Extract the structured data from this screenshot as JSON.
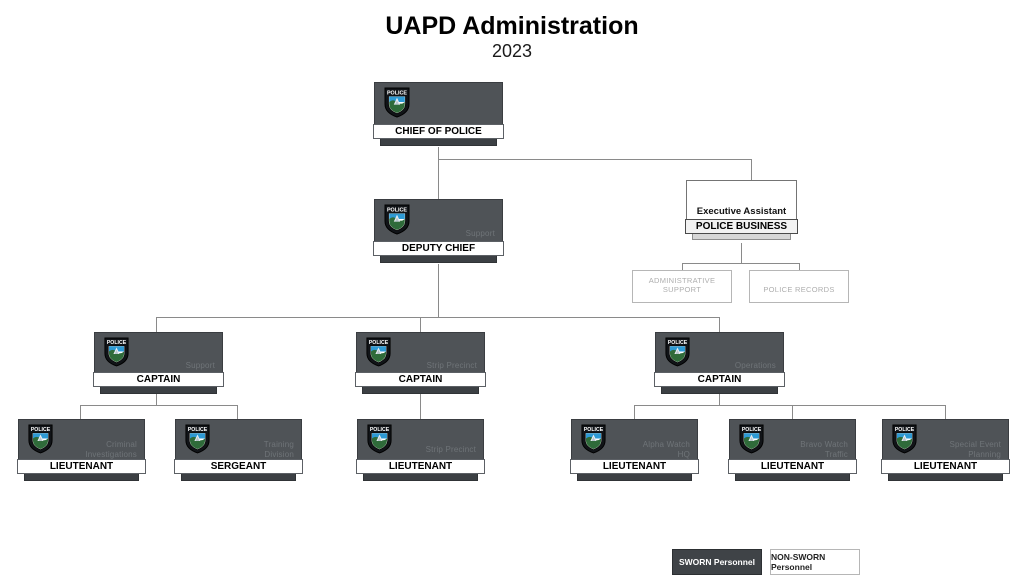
{
  "header": {
    "title": "UAPD Administration",
    "year": "2023"
  },
  "legend": {
    "sworn_label": "SWORN Personnel",
    "non_sworn_label": "NON-SWORN Personnel"
  },
  "nodes": {
    "chief": {
      "rank": "CHIEF OF POLICE",
      "unit": "",
      "type": "sworn"
    },
    "deputy_chief": {
      "rank": "DEPUTY CHIEF",
      "unit": "Support",
      "type": "sworn"
    },
    "exec_asst": {
      "title": "Executive Assistant",
      "label": "POLICE BUSINESS",
      "type": "non-sworn"
    },
    "admin_support": {
      "label": "ADMINISTRATIVE SUPPORT",
      "type": "non-sworn"
    },
    "police_records": {
      "label": "POLICE RECORDS",
      "type": "non-sworn"
    },
    "captain_support": {
      "rank": "CAPTAIN",
      "unit": "Support",
      "type": "sworn"
    },
    "captain_strip": {
      "rank": "CAPTAIN",
      "unit": "Strip Precinct",
      "type": "sworn"
    },
    "captain_operations": {
      "rank": "CAPTAIN",
      "unit": "Operations",
      "type": "sworn"
    },
    "lt_criminal_investigations": {
      "rank": "LIEUTENANT",
      "unit_line1": "Criminal",
      "unit_line2": "Investigations",
      "type": "sworn"
    },
    "sgt_training_division": {
      "rank": "SERGEANT",
      "unit_line1": "Training",
      "unit_line2": "Division",
      "type": "sworn"
    },
    "lt_strip_precinct": {
      "rank": "LIEUTENANT",
      "unit_line1": "Strip Precinct",
      "unit_line2": "",
      "type": "sworn"
    },
    "lt_alpha_watch": {
      "rank": "LIEUTENANT",
      "unit_line1": "Alpha Watch",
      "unit_line2": "HQ",
      "type": "sworn"
    },
    "lt_bravo_watch": {
      "rank": "LIEUTENANT",
      "unit_line1": "Bravo Watch",
      "unit_line2": "Traffic",
      "type": "sworn"
    },
    "lt_special_event": {
      "rank": "LIEUTENANT",
      "unit_line1": "Special Event",
      "unit_line2": "Planning",
      "type": "sworn"
    }
  },
  "badge": {
    "name": "police-badge-icon",
    "text": "POLICE"
  },
  "colors": {
    "sworn_fill": "#4f5357",
    "sworn_shadow": "#3c4044",
    "non_sworn_fill": "#ffffff",
    "connector": "#8a8a8a",
    "label_text": "#000000",
    "unit_text": "#6f7478"
  }
}
